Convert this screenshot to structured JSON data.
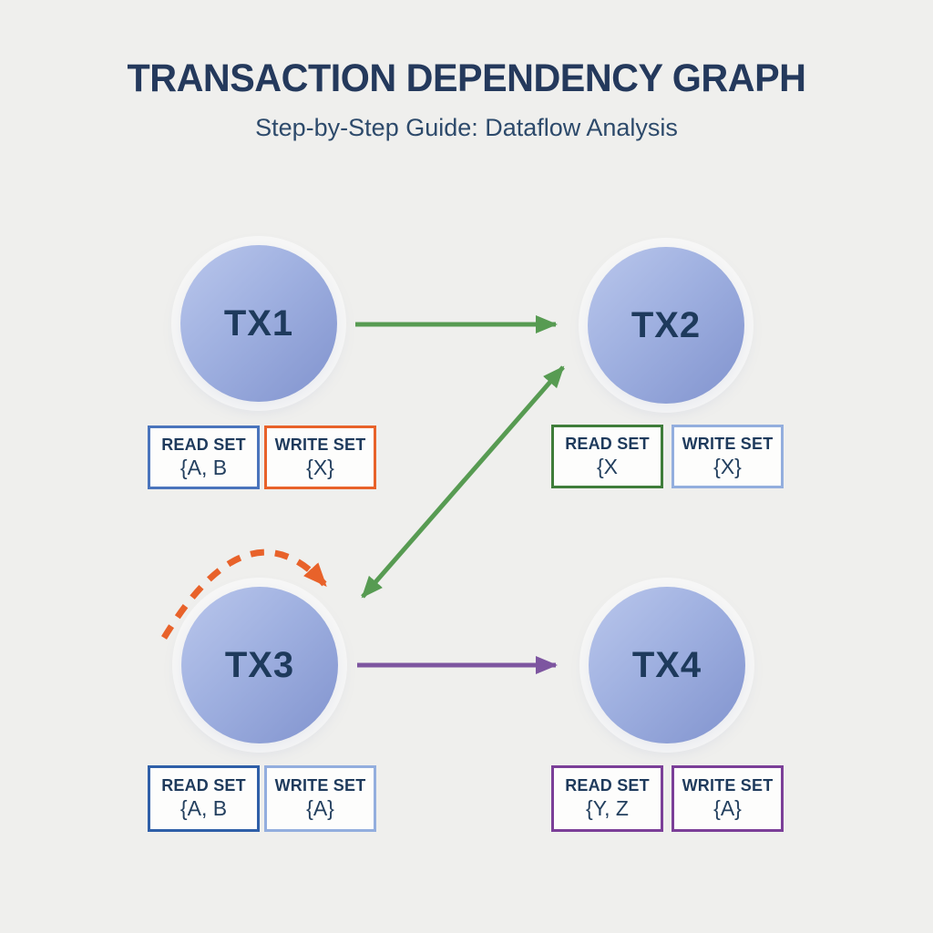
{
  "header": {
    "title": "TRANSACTION DEPENDENCY GRAPH",
    "subtitle": "Step-by-Step Guide: Dataflow Analysis"
  },
  "colors": {
    "background": "#efefed",
    "title_text": "#24395c",
    "subtitle_text": "#2d4a6b",
    "node_fill_start": "#bac7ec",
    "node_fill_end": "#8193ce",
    "node_text": "#1e3a5c",
    "edge_green": "#579b52",
    "edge_purple": "#7d55a0",
    "edge_orange": "#e8622a"
  },
  "nodes": [
    {
      "label": "TX1",
      "read_label": "READ SET",
      "read_value": "{A, B",
      "read_border": "#4a74bc",
      "write_label": "WRITE SET",
      "write_value": "{X}",
      "write_border": "#e8622a"
    },
    {
      "label": "TX2",
      "read_label": "READ SET",
      "read_value": "{X",
      "read_border": "#3f7d3a",
      "write_label": "WRITE SET",
      "write_value": "{X}",
      "write_border": "#93aede"
    },
    {
      "label": "TX3",
      "read_label": "READ SET",
      "read_value": "{A, B",
      "read_border": "#2f5fa8",
      "write_label": "WRITE SET",
      "write_value": "{A}",
      "write_border": "#93aede"
    },
    {
      "label": "TX4",
      "read_label": "READ SET",
      "read_value": "{Y, Z",
      "read_border": "#7b3f98",
      "write_label": "WRITE SET",
      "write_value": "{A}",
      "write_border": "#7b3f98"
    }
  ],
  "edges": [
    {
      "from": "TX1",
      "to": "TX2",
      "style": "solid",
      "direction": "single",
      "color": "#579b52"
    },
    {
      "from": "TX3",
      "to": "TX2",
      "style": "solid",
      "direction": "double",
      "color": "#579b52"
    },
    {
      "from": "TX3",
      "to": "TX4",
      "style": "solid",
      "direction": "single",
      "color": "#7d55a0"
    },
    {
      "from": "TX3",
      "to": "TX3",
      "style": "dashed-arc",
      "direction": "single",
      "color": "#e8622a"
    }
  ]
}
